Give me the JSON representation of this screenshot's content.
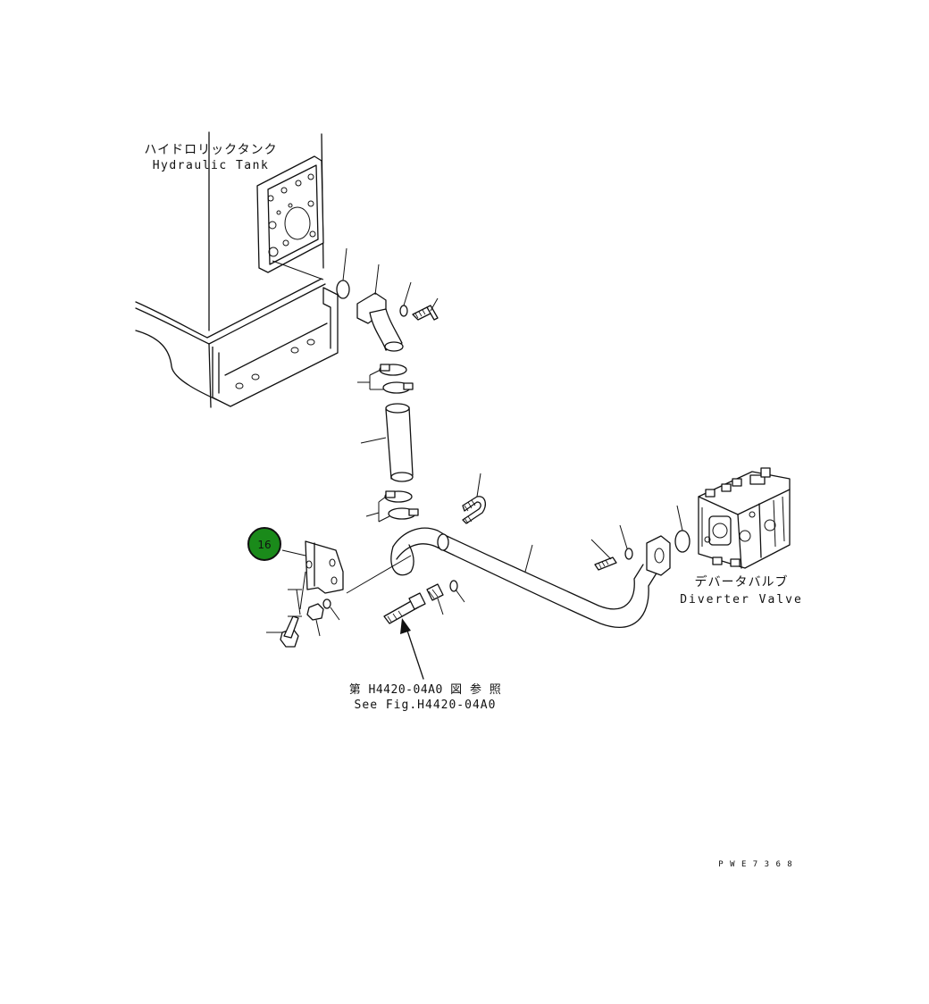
{
  "labels": {
    "hydraulic_tank_jp": "ハイドロリックタンク",
    "hydraulic_tank_en": "Hydraulic Tank",
    "diverter_valve_jp": "デバータバルブ",
    "diverter_valve_en": "Diverter Valve",
    "ref_jp": "第 H4420-04A0 図 参 照",
    "ref_en": "See Fig.H4420-04A0",
    "drawing_code": "P W E 7 3 6 8"
  },
  "callout": {
    "number": "16",
    "color": "#1a8a1a"
  }
}
